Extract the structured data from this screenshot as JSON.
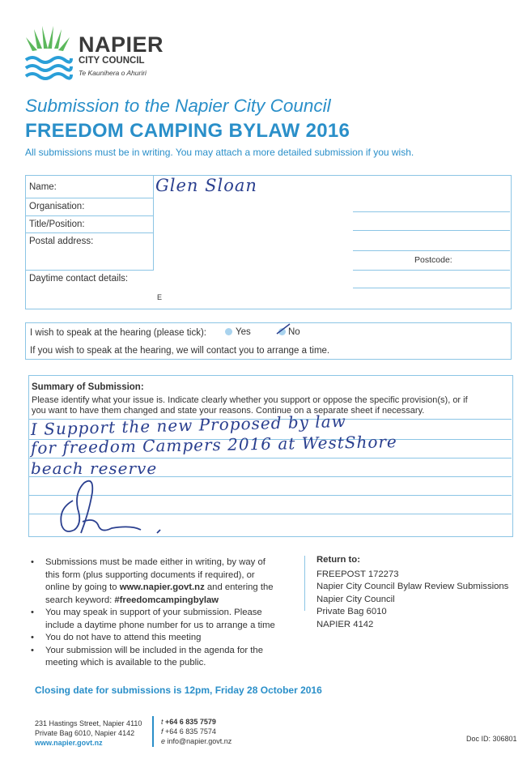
{
  "logo": {
    "name": "NAPIER",
    "sub": "CITY COUNCIL",
    "maori": "Te Kaunihera o Ahuriri"
  },
  "heading": {
    "line1": "Submission to the Napier City Council",
    "line2": "FREEDOM CAMPING BYLAW 2016",
    "note": "All submissions must be in writing.  You may attach a more detailed submission if you wish."
  },
  "form": {
    "name_label": "Name:",
    "name_value": "Glen Sloan",
    "org_label": "Organisation:",
    "title_label": "Title/Position:",
    "postal_label": "Postal address:",
    "postcode_label": "Postcode:",
    "contact_label": "Daytime contact details:",
    "email_prefix": "E"
  },
  "hearing": {
    "question": "I wish to speak at the hearing (please tick):",
    "yes": "Yes",
    "no": "No",
    "note": "If you wish to speak at the hearing, we will contact you to arrange a time."
  },
  "summary": {
    "heading": "Summary of Submission:",
    "instructions_1": "Please identify what your issue is. Indicate clearly whether you support or oppose the specific provision(s), or if",
    "instructions_2": "you want to have them changed and state your reasons. Continue on a separate sheet if necessary.",
    "hand_1": "I  Support  the  new  Proposed  by law",
    "hand_2": "for  freedom  Campers  2016  at  WestShore",
    "hand_3": "beach  reserve"
  },
  "info": {
    "b1_l1": "Submissions must be made either in writing, by way of",
    "b1_l2": "this form (plus supporting documents if required), or",
    "b1_l3_pre": "online by going to ",
    "b1_l3_link": "www.napier.govt.nz",
    "b1_l3_post": " and entering the",
    "b1_l4_pre": "search keyword: ",
    "b1_l4_kw": "#freedomcampingbylaw",
    "b2_l1": "You may speak in support of your submission. Please",
    "b2_l2": "include a daytime phone number for us to arrange a time",
    "b3": "You do not have to attend this meeting",
    "b4_l1": "Your submission will be included in the agenda for the",
    "b4_l2": "meeting which is available to the public."
  },
  "return_to": {
    "heading": "Return to:",
    "lines": [
      "FREEPOST 172273",
      "Napier City Council Bylaw Review Submissions",
      "Napier City Council",
      "Private Bag 6010",
      "NAPIER 4142"
    ]
  },
  "closing": "Closing date for submissions is 12pm, Friday 28 October 2016",
  "footer": {
    "addr1": "231 Hastings Street, Napier 4110",
    "addr2": "Private Bag 6010, Napier 4142",
    "web": "www.napier.govt.nz",
    "t_prefix": "t",
    "t_value": "+64 6 835 7579",
    "f_prefix": "f",
    "f_value": "+64 6 835 7574",
    "e_prefix": "e",
    "e_value": "info@napier.govt.nz",
    "doc_id": "Doc ID: 306801"
  },
  "colors": {
    "brand_blue": "#2a8fc9",
    "logo_green": "#5cb85c",
    "ink": "#2a3f8f"
  }
}
